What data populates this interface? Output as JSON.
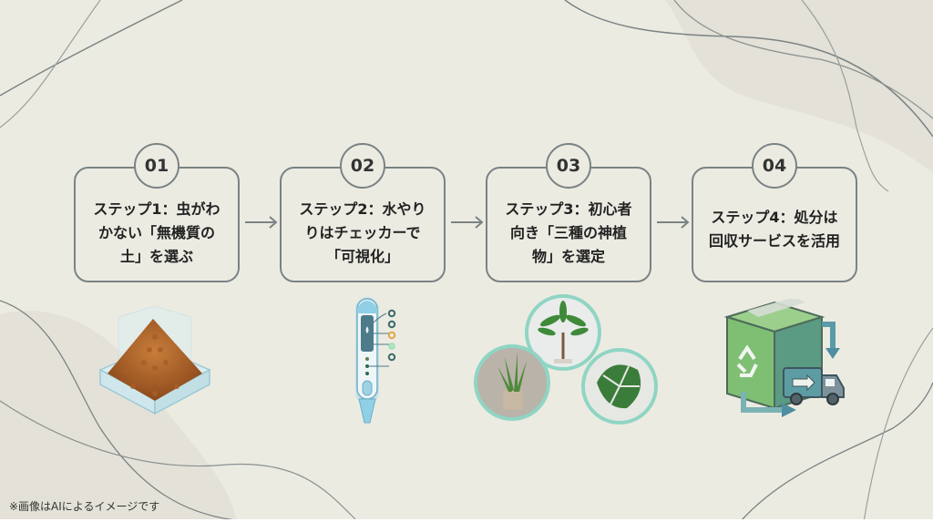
{
  "steps": [
    {
      "number": "01",
      "title_lines": [
        "ステップ1：虫がわ",
        "かない「無機質の",
        "土」を選ぶ"
      ],
      "illustration": "inorganic-soil-tray-icon"
    },
    {
      "number": "02",
      "title_lines": [
        "ステップ2：水やり",
        "りはチェッカーで",
        "「可視化」"
      ],
      "illustration": "water-checker-pen-icon"
    },
    {
      "number": "03",
      "title_lines": [
        "ステップ3：初心者",
        "向き「三種の神植",
        "物」を選定"
      ],
      "illustration": "three-plants-icon",
      "plants": [
        "pachira",
        "sansevieria",
        "monstera"
      ]
    },
    {
      "number": "04",
      "title_lines": [
        "ステップ4：処分は",
        "回収サービスを活用"
      ],
      "illustration": "recycle-box-truck-icon"
    }
  ],
  "caption": "※画像はAIによるイメージです",
  "colors": {
    "background": "#ecebe2",
    "border": "#7a8384",
    "text": "#222222",
    "soil": "#b5672a",
    "checker": "#8fd0e6",
    "plant_green": "#3f8a3a",
    "recycle_green": "#6ba968"
  }
}
